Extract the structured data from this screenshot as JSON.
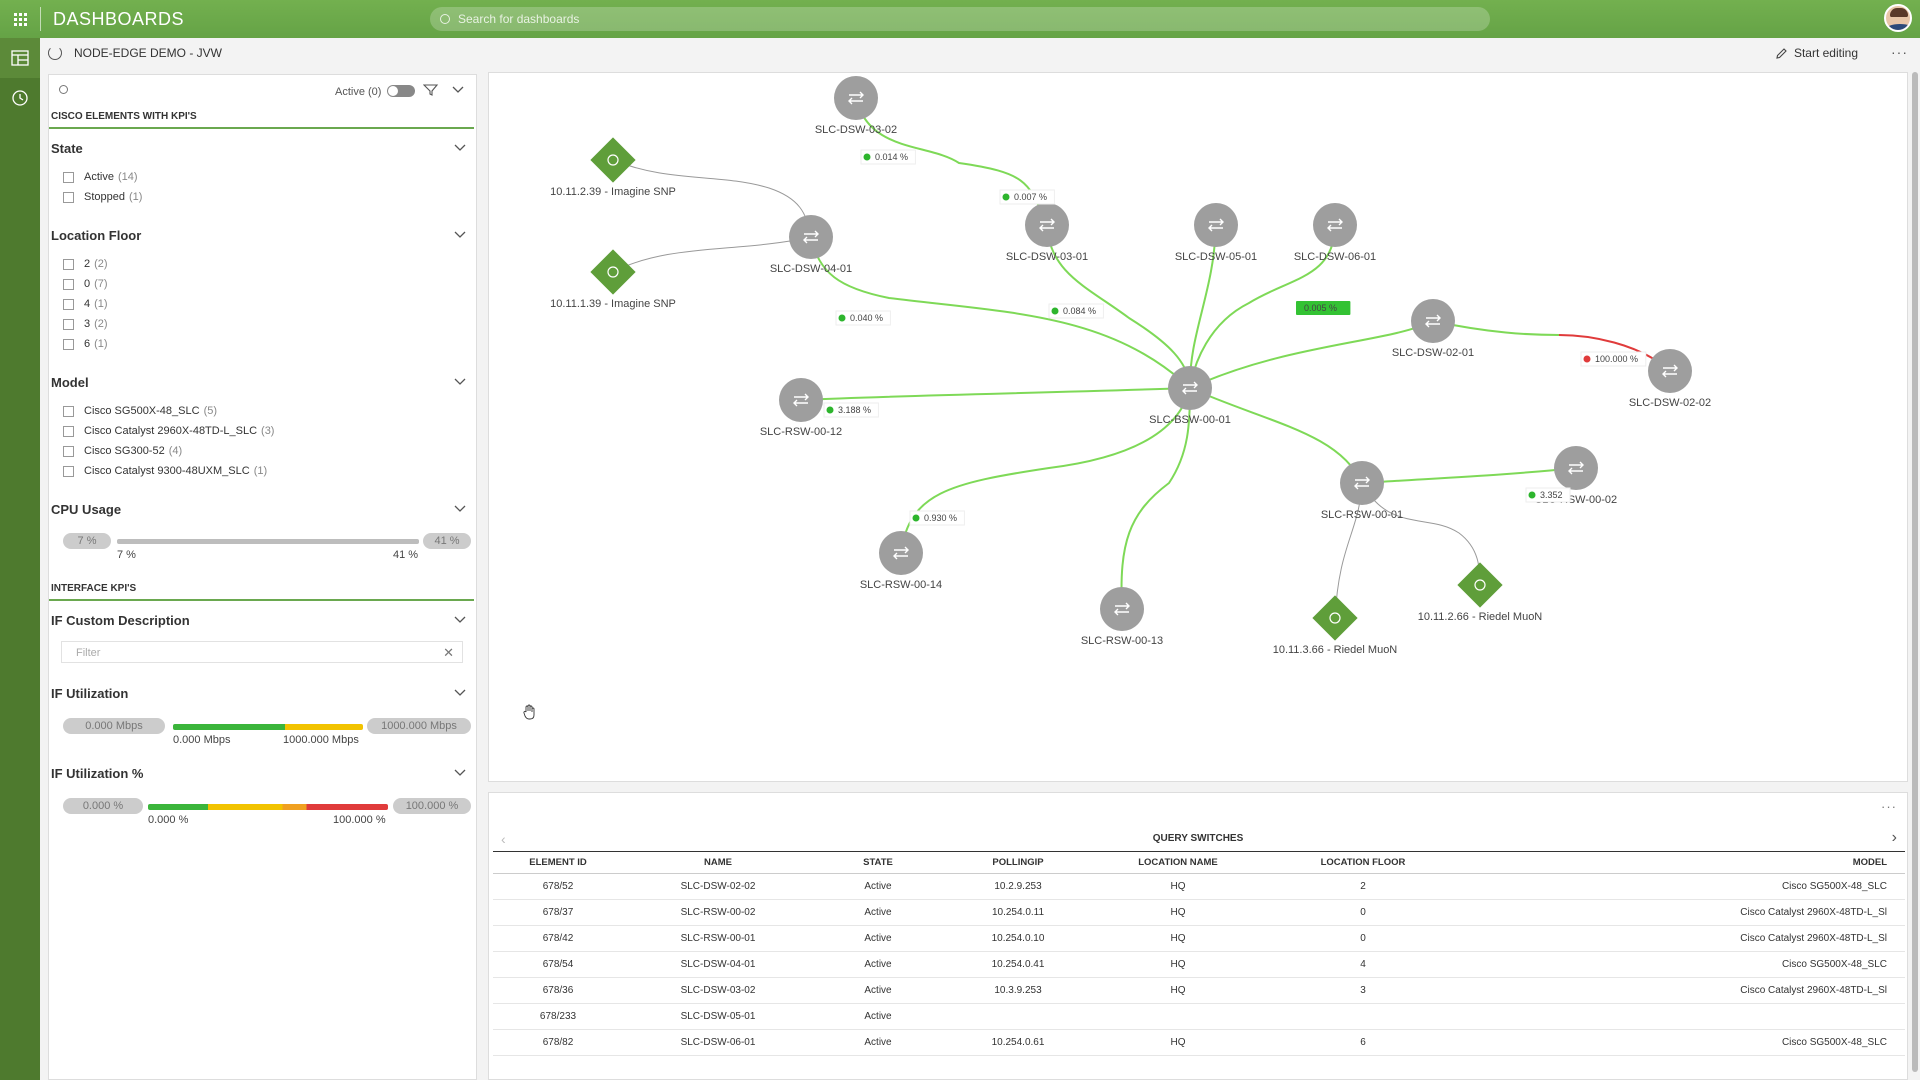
{
  "app": {
    "title": "DASHBOARDS",
    "search_placeholder": "Search for dashboards"
  },
  "header": {
    "title": "NODE-EDGE DEMO - JVW",
    "start_editing": "Start editing",
    "more": "···"
  },
  "filters": {
    "active_label": "Active (0)",
    "section1": "CISCO ELEMENTS WITH KPI'S",
    "state": {
      "title": "State",
      "options": [
        {
          "label": "Active",
          "count": "(14)"
        },
        {
          "label": "Stopped",
          "count": "(1)"
        }
      ]
    },
    "location_floor": {
      "title": "Location Floor",
      "options": [
        {
          "label": "2",
          "count": "(2)"
        },
        {
          "label": "0",
          "count": "(7)"
        },
        {
          "label": "4",
          "count": "(1)"
        },
        {
          "label": "3",
          "count": "(2)"
        },
        {
          "label": "6",
          "count": "(1)"
        }
      ]
    },
    "model": {
      "title": "Model",
      "options": [
        {
          "label": "Cisco SG500X-48_SLC",
          "count": "(5)"
        },
        {
          "label": "Cisco Catalyst 2960X-48TD-L_SLC",
          "count": "(3)"
        },
        {
          "label": "Cisco SG300-52",
          "count": "(4)"
        },
        {
          "label": "Cisco Catalyst 9300-48UXM_SLC",
          "count": "(1)"
        }
      ]
    },
    "cpu": {
      "title": "CPU Usage",
      "min_pill": "7 %",
      "max_pill": "41 %",
      "min_label": "7 %",
      "max_label": "41 %"
    },
    "section2": "INTERFACE KPI'S",
    "if_desc": {
      "title": "IF Custom Description",
      "placeholder": "Filter",
      "clear": "✕"
    },
    "if_util": {
      "title": "IF Utilization",
      "min_pill": "0.000 Mbps",
      "max_pill": "1000.000 Mbps",
      "min_label": "0.000 Mbps",
      "max_label": "1000.000 Mbps"
    },
    "if_util_pct": {
      "title": "IF Utilization %",
      "min_pill": "0.000 %",
      "max_pill": "100.000 %",
      "min_label": "0.000 %",
      "max_label": "100.000 %"
    }
  },
  "graph": {
    "nodes": [
      {
        "id": "dsw0302",
        "label": "SLC-DSW-03-02",
        "type": "switch"
      },
      {
        "id": "dsw0401",
        "label": "SLC-DSW-04-01",
        "type": "switch"
      },
      {
        "id": "dsw0301",
        "label": "SLC-DSW-03-01",
        "type": "switch"
      },
      {
        "id": "dsw0501",
        "label": "SLC-DSW-05-01",
        "type": "switch"
      },
      {
        "id": "dsw0601",
        "label": "SLC-DSW-06-01",
        "type": "switch"
      },
      {
        "id": "dsw0201",
        "label": "SLC-DSW-02-01",
        "type": "switch"
      },
      {
        "id": "dsw0202",
        "label": "SLC-DSW-02-02",
        "type": "switch"
      },
      {
        "id": "bsw0001",
        "label": "SLC-BSW-00-01",
        "type": "switch"
      },
      {
        "id": "rsw0012",
        "label": "SLC-RSW-00-12",
        "type": "switch"
      },
      {
        "id": "rsw0014",
        "label": "SLC-RSW-00-14",
        "type": "switch"
      },
      {
        "id": "rsw0013",
        "label": "SLC-RSW-00-13",
        "type": "switch"
      },
      {
        "id": "rsw0001",
        "label": "SLC-RSW-00-01",
        "type": "switch"
      },
      {
        "id": "rsw0002",
        "label": "SLC-RSW-00-02",
        "type": "switch"
      },
      {
        "id": "snp239",
        "label": "10.11.2.39 - Imagine SNP",
        "type": "device"
      },
      {
        "id": "snp139",
        "label": "10.11.1.39 - Imagine SNP",
        "type": "device"
      },
      {
        "id": "muon266",
        "label": "10.11.2.66 - Riedel MuoN",
        "type": "device"
      },
      {
        "id": "muon366",
        "label": "10.11.3.66 - Riedel MuoN",
        "type": "device"
      }
    ],
    "kpis": [
      {
        "id": "k1",
        "text": "0.014 %"
      },
      {
        "id": "k2",
        "text": "0.007 %"
      },
      {
        "id": "k3",
        "text": "0.040 %"
      },
      {
        "id": "k4",
        "text": "0.084 %"
      },
      {
        "id": "k5",
        "text": "0.005 %"
      },
      {
        "id": "k6",
        "text": "3.188 %"
      },
      {
        "id": "k7",
        "text": "100.000 %"
      },
      {
        "id": "k8",
        "text": "0.930 %"
      },
      {
        "id": "k9",
        "text": "3.352"
      }
    ]
  },
  "table": {
    "title": "QUERY SWITCHES",
    "columns": [
      "ELEMENT ID",
      "NAME",
      "STATE",
      "POLLINGIP",
      "LOCATION NAME",
      "LOCATION FLOOR",
      "MODEL"
    ],
    "rows": [
      [
        "678/52",
        "SLC-DSW-02-02",
        "Active",
        "10.2.9.253",
        "HQ",
        "2",
        "Cisco SG500X-48_SLC"
      ],
      [
        "678/37",
        "SLC-RSW-00-02",
        "Active",
        "10.254.0.11",
        "HQ",
        "0",
        "Cisco Catalyst 2960X-48TD-L_Sl"
      ],
      [
        "678/42",
        "SLC-RSW-00-01",
        "Active",
        "10.254.0.10",
        "HQ",
        "0",
        "Cisco Catalyst 2960X-48TD-L_Sl"
      ],
      [
        "678/54",
        "SLC-DSW-04-01",
        "Active",
        "10.254.0.41",
        "HQ",
        "4",
        "Cisco SG500X-48_SLC"
      ],
      [
        "678/36",
        "SLC-DSW-03-02",
        "Active",
        "10.3.9.253",
        "HQ",
        "3",
        "Cisco Catalyst 2960X-48TD-L_Sl"
      ],
      [
        "678/233",
        "SLC-DSW-05-01",
        "Active",
        "",
        "",
        "",
        ""
      ],
      [
        "678/82",
        "SLC-DSW-06-01",
        "Active",
        "10.254.0.61",
        "HQ",
        "6",
        "Cisco SG500X-48_SLC"
      ]
    ],
    "more": "···"
  },
  "colors": {
    "brand": "#6aa84f",
    "edge": "#7ed957",
    "kpi_ok": "#2db52d",
    "kpi_bad": "#e03b3b",
    "node": "#9e9e9e",
    "device": "#5f9e3a"
  }
}
